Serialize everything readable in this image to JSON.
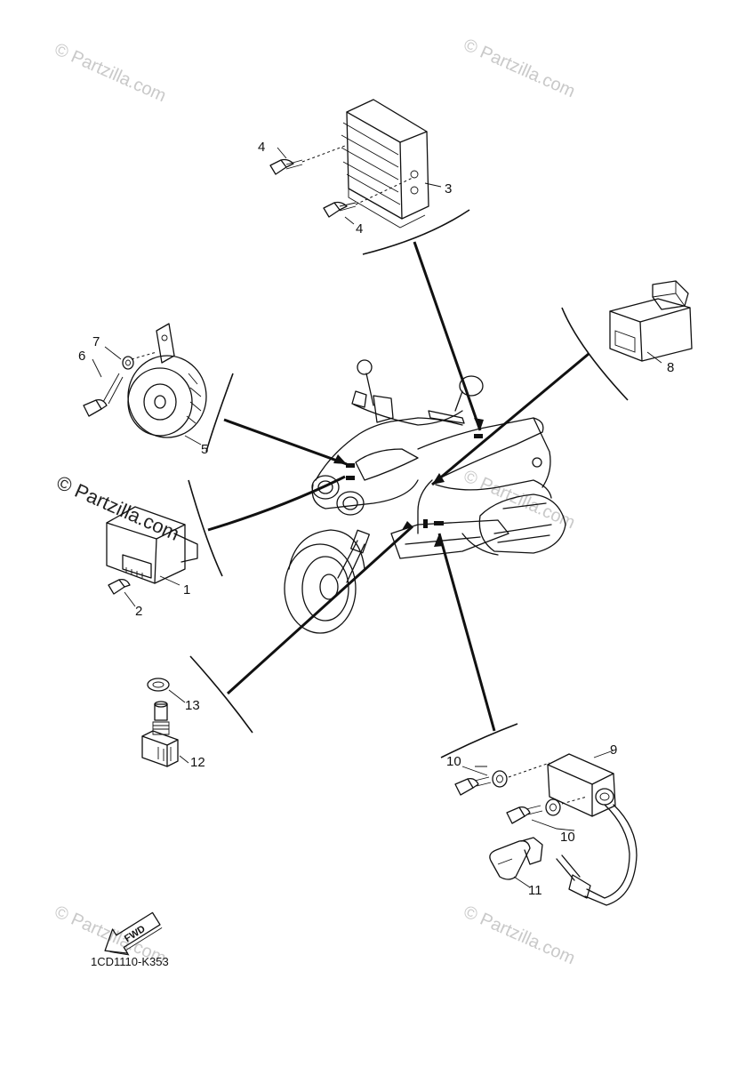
{
  "watermark": {
    "text": "© Partzilla.com",
    "featured_text": "© Partzilla.com",
    "color": "#c9c9c9"
  },
  "callouts": {
    "c1": "1",
    "c2": "2",
    "c3": "3",
    "c4a": "4",
    "c4b": "4",
    "c5": "5",
    "c6": "6",
    "c7": "7",
    "c8": "8",
    "c9": "9",
    "c10a": "10",
    "c10b": "10",
    "c11": "11",
    "c12": "12",
    "c13": "13"
  },
  "fwd_label": "FWD",
  "drawing_code": "1CD1110-K353"
}
